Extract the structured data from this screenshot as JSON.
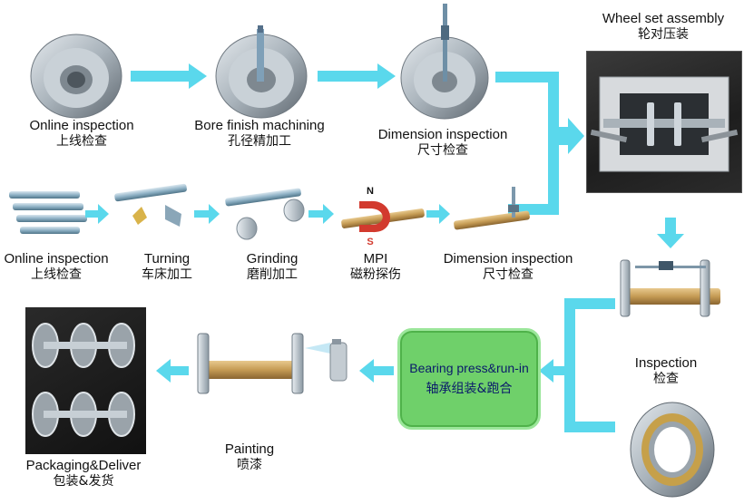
{
  "steps": {
    "wheel_online": {
      "en": "Online inspection",
      "zh": "上线检查"
    },
    "bore": {
      "en": "Bore finish machining",
      "zh": "孔径精加工"
    },
    "wheel_dimension": {
      "en": "Dimension inspection",
      "zh": "尺寸检查"
    },
    "assembly": {
      "en": "Wheel set assembly",
      "zh": "轮对压装"
    },
    "axle_online": {
      "en": "Online inspection",
      "zh": "上线检查"
    },
    "turning": {
      "en": "Turning",
      "zh": "车床加工"
    },
    "grinding": {
      "en": "Grinding",
      "zh": "磨削加工"
    },
    "mpi": {
      "en": "MPI",
      "zh": "磁粉探伤"
    },
    "axle_dimension": {
      "en": "Dimension inspection",
      "zh": "尺寸检查"
    },
    "inspection": {
      "en": "Inspection",
      "zh": "检查"
    },
    "bearing": {
      "en": "Bearing press&run-in",
      "zh": "轴承组装&跑合"
    },
    "painting": {
      "en": "Painting",
      "zh": "喷漆"
    },
    "packaging": {
      "en": "Packaging&Deliver",
      "zh": "包装&发货"
    }
  },
  "magnet": {
    "north": "N",
    "south": "S"
  },
  "colors": {
    "arrow": "#5ad8ec",
    "bearing_box": "#6fd06a",
    "axle": "#c9a05a",
    "wheel": "#b9c3cb"
  }
}
